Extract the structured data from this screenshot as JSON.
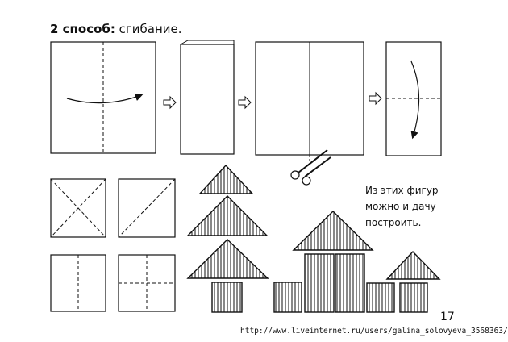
{
  "heading": {
    "method_label": "2 способ:",
    "method_name": "сгибание."
  },
  "note": {
    "line1": "Из этих фигур",
    "line2": "можно и дачу",
    "line3": "построить."
  },
  "page_number": "17",
  "footer_url": "http://www.liveinternet.ru/users/galina_solovyeva_3568363/",
  "colors": {
    "ink": "#111111",
    "paper": "#ffffff",
    "guide": "#666666"
  },
  "icons": [
    "arrow-right-icon",
    "scissors-icon",
    "fold-arrow-icon"
  ]
}
